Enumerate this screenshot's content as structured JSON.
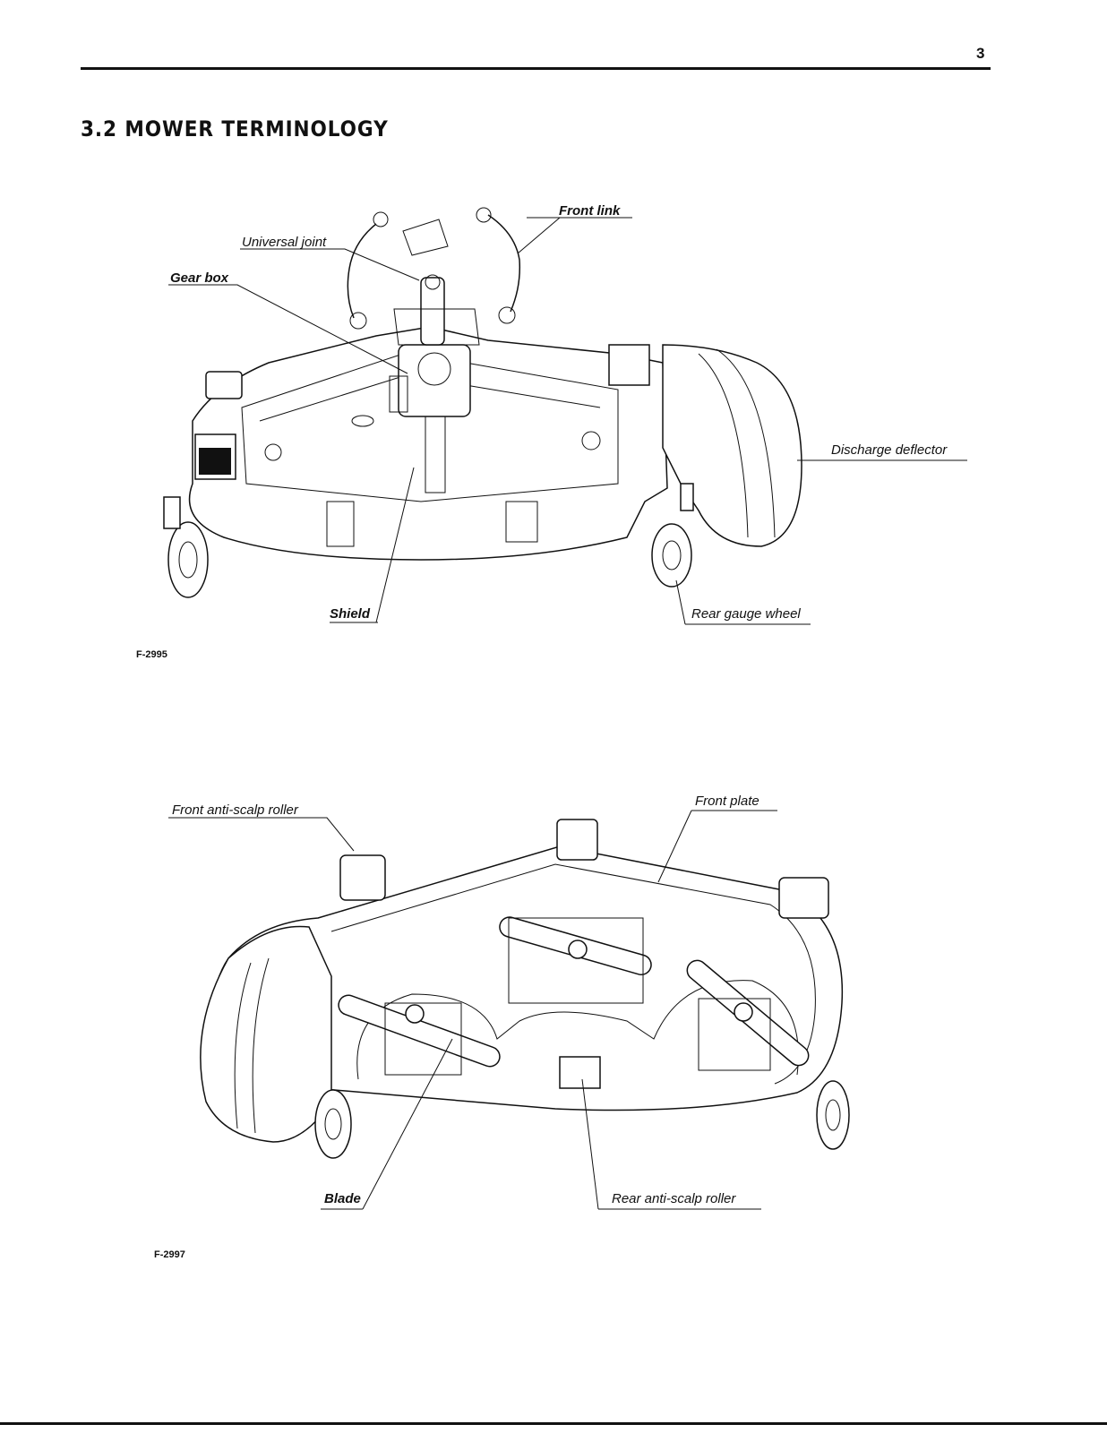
{
  "page": {
    "number": "3"
  },
  "section": {
    "title": "3.2 MOWER TERMINOLOGY"
  },
  "figure1": {
    "id": "F-2995",
    "labels": {
      "front_link": "Front link",
      "universal_joint": "Universal joint",
      "gear_box": "Gear box",
      "discharge_deflector": "Discharge deflector",
      "shield": "Shield",
      "rear_gauge_wheel": "Rear gauge wheel"
    }
  },
  "figure2": {
    "id": "F-2997",
    "labels": {
      "front_anti_scalp_roller": "Front anti-scalp roller",
      "front_plate": "Front plate",
      "blade": "Blade",
      "rear_anti_scalp_roller": "Rear anti-scalp roller"
    }
  }
}
